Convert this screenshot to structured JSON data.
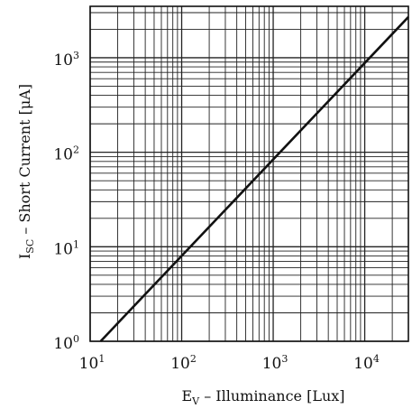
{
  "chart_data": {
    "type": "line",
    "title": "",
    "xlabel": {
      "main": "E",
      "sub": "V",
      "rest": " – Illuminance [Lux]"
    },
    "ylabel": {
      "main": "I",
      "sub": "SC",
      "rest": " – Short Current [μA]"
    },
    "x_scale": "log",
    "y_scale": "log",
    "xlim": [
      10,
      30000
    ],
    "ylim": [
      1,
      3500
    ],
    "grid": true,
    "x_ticks": [
      {
        "base": "10",
        "exp": "1",
        "value": 10
      },
      {
        "base": "10",
        "exp": "2",
        "value": 100
      },
      {
        "base": "10",
        "exp": "3",
        "value": 1000
      },
      {
        "base": "10",
        "exp": "4",
        "value": 10000
      }
    ],
    "y_ticks": [
      {
        "base": "10",
        "exp": "0",
        "value": 1
      },
      {
        "base": "10",
        "exp": "1",
        "value": 10
      },
      {
        "base": "10",
        "exp": "2",
        "value": 100
      },
      {
        "base": "10",
        "exp": "3",
        "value": 1000
      }
    ],
    "series": [
      {
        "x": [
          13,
          30000
        ],
        "y": [
          1,
          2700
        ]
      }
    ],
    "colors": {
      "line": "#111111",
      "grid": "#222222",
      "frame": "#111111"
    }
  }
}
